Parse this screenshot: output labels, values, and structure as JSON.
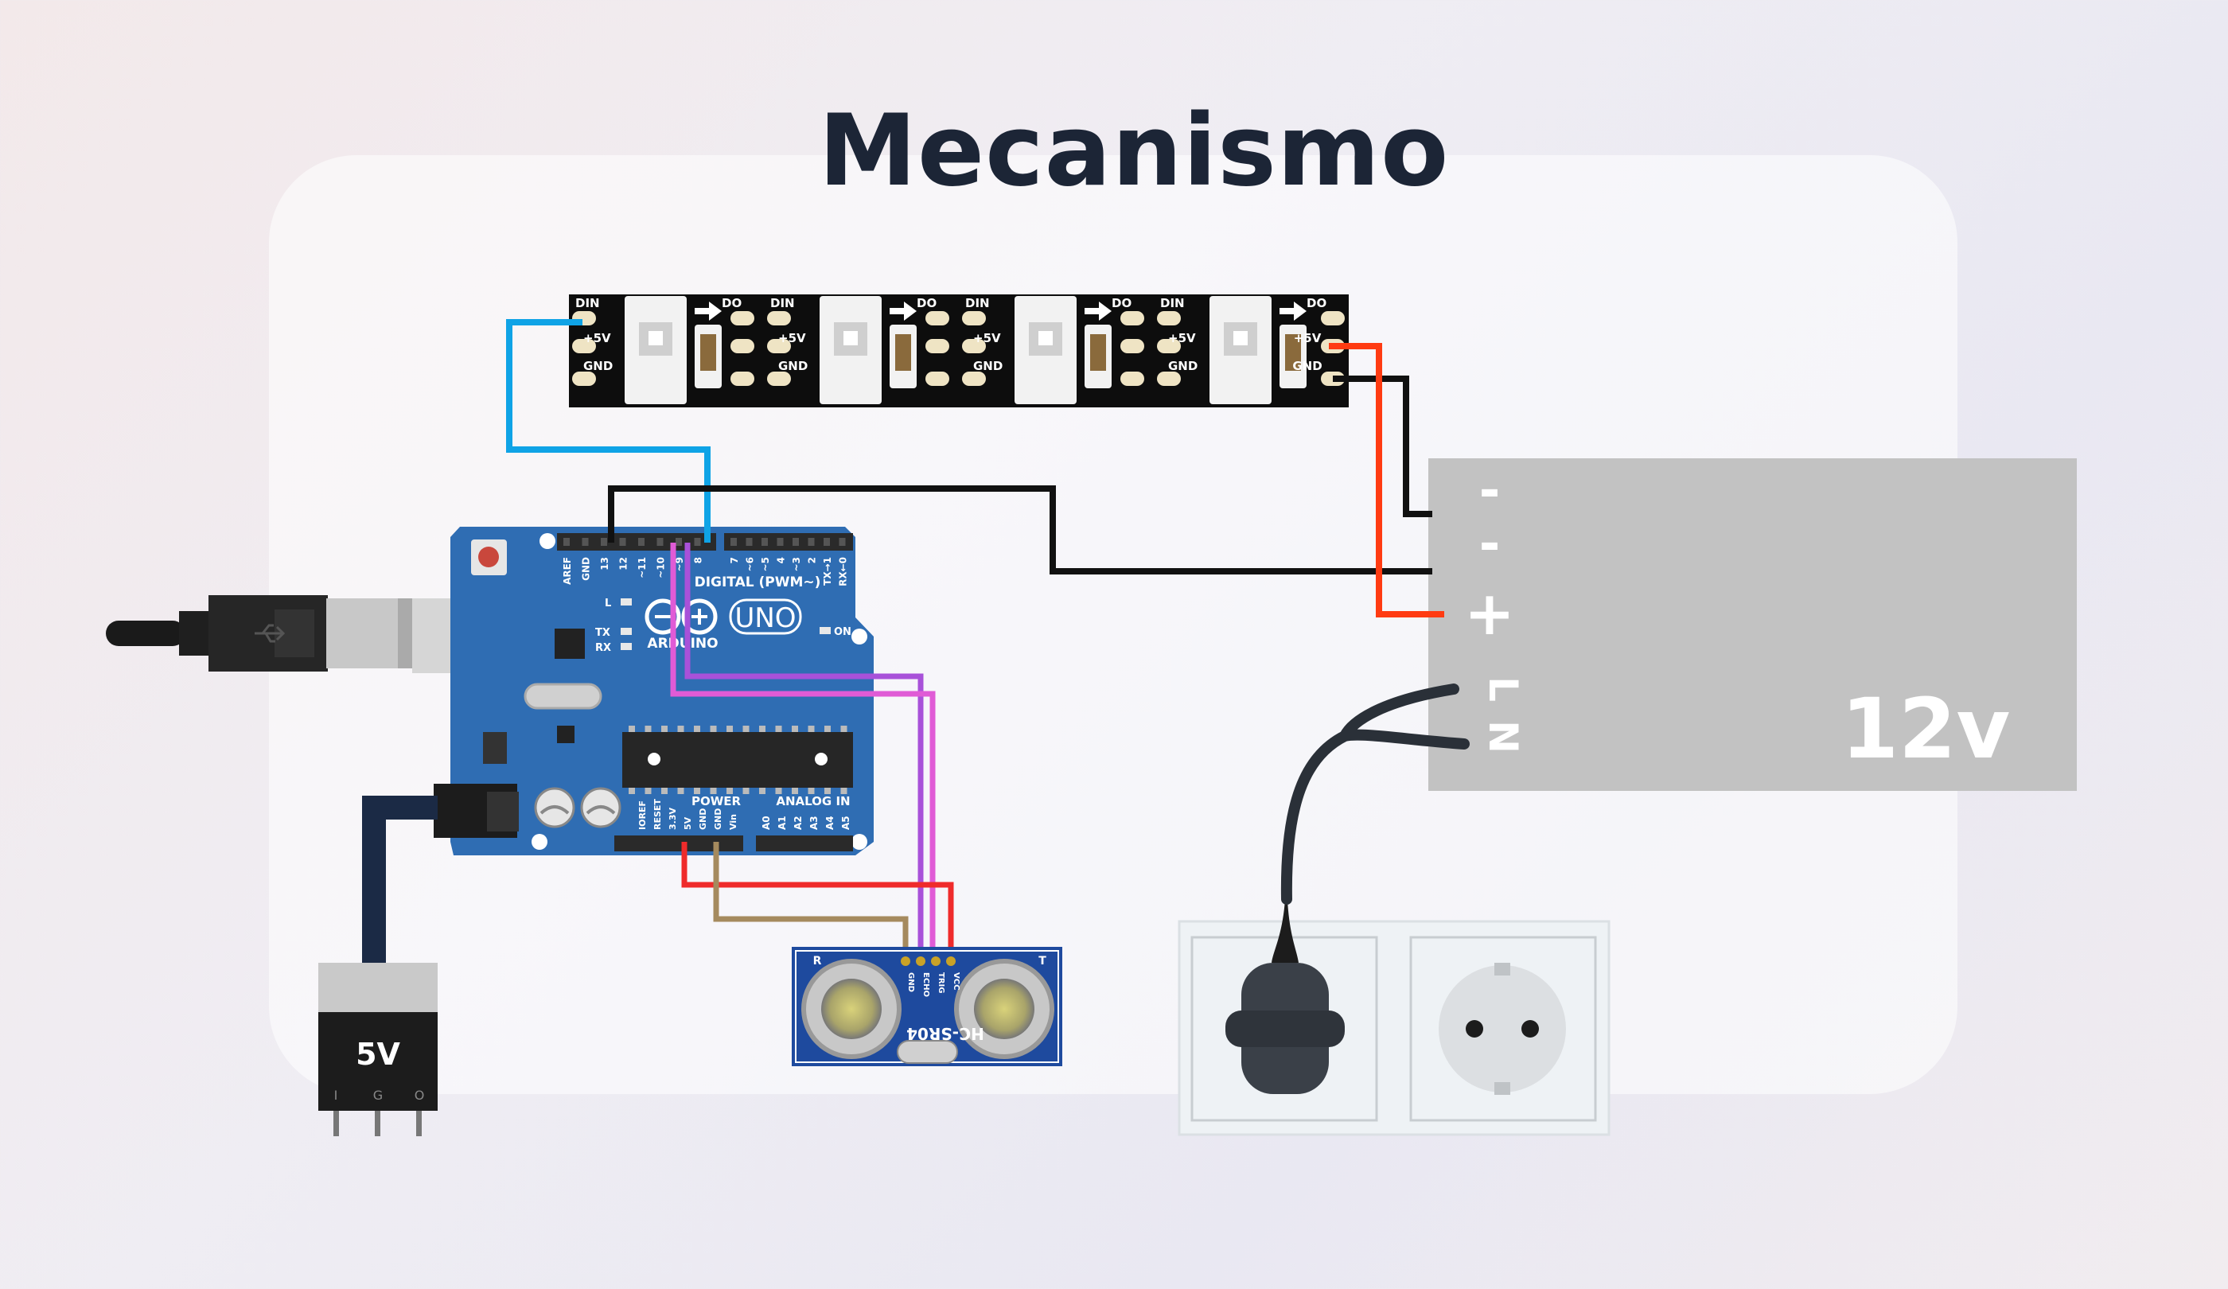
{
  "title": "Mecanismo",
  "led_strip": {
    "pin_din": "DIN",
    "pin_do": "DO",
    "pin_5v": "+5V",
    "pin_gnd": "GND"
  },
  "arduino": {
    "brand": "ARDUINO",
    "model": "UNO",
    "digital_label": "DIGITAL (PWM~)",
    "power_label": "POWER",
    "analog_label": "ANALOG IN",
    "on_label": "ON",
    "led_l": "L",
    "led_tx": "TX",
    "led_rx": "RX",
    "digital_pins": [
      "AREF",
      "GND",
      "13",
      "12",
      "~11",
      "~10",
      "~9",
      "8",
      "7",
      "~6",
      "~5",
      "4",
      "~3",
      "2",
      "TX→1",
      "RX←0"
    ],
    "power_pins": [
      "IOREF",
      "RESET",
      "3.3V",
      "5V",
      "GND",
      "GND",
      "Vin"
    ],
    "analog_pins": [
      "A0",
      "A1",
      "A2",
      "A3",
      "A4",
      "A5"
    ]
  },
  "power_supply": {
    "terminals": [
      "-",
      "-",
      "+",
      "L",
      "N"
    ],
    "voltage": "12v"
  },
  "regulator": {
    "voltage": "5V",
    "pins": [
      "I",
      "G",
      "O"
    ]
  },
  "sensor": {
    "model": "HC-SR04",
    "pins": [
      "VCC",
      "TRIG",
      "ECHO",
      "GND"
    ],
    "left_mark": "R",
    "right_mark": "T"
  },
  "colors": {
    "strip": "#0d0d0d",
    "board": "#2f6db3",
    "supply": "#c2c2c2",
    "wire_blue": "#0fa3e6",
    "wire_black": "#111111",
    "wire_red": "#ff3b12",
    "wire_power_red": "#ef2b2b",
    "wire_tan": "#a58a5e",
    "wire_magenta": "#e05bd6",
    "wire_purple": "#a851d9"
  }
}
